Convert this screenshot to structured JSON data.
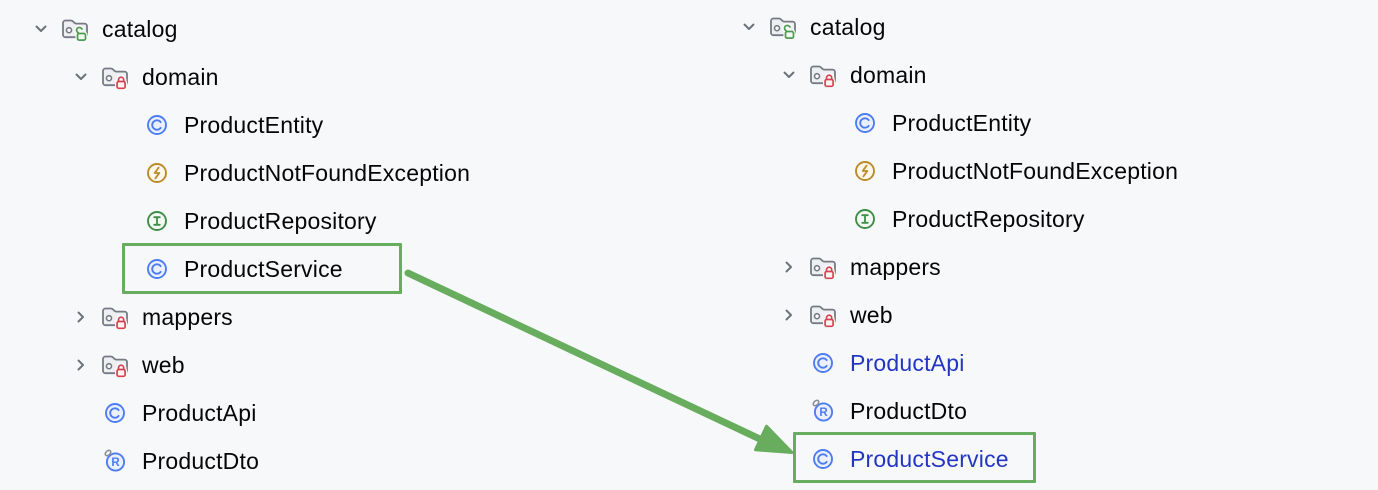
{
  "colors": {
    "background": "#F7F8FA",
    "text": "#060606",
    "moved_file_text": "#2336C3",
    "annotation_green": "#67AD5D",
    "chevron_gray": "#6E727A",
    "folder_gray": "#767A83",
    "folder_fill": "#EEEFF2",
    "lock_red": "#D8414F",
    "lock_green": "#4E9B4F",
    "class_blue": "#4E7CF2",
    "class_fill": "#EAF0FC",
    "exception_amber": "#BA8B2B",
    "exception_fill": "#FCF7E9",
    "interface_green": "#3E8E47",
    "interface_fill": "#F2F8F2",
    "record_ring_gray": "#8A8F99"
  },
  "trees": {
    "before": {
      "rows": [
        {
          "label": "catalog",
          "icon": "package-folder-unlocked",
          "chevron": "down",
          "level": 0,
          "text": "black",
          "highlighted": false
        },
        {
          "label": "domain",
          "icon": "package-folder-locked",
          "chevron": "down",
          "level": 1,
          "text": "black",
          "highlighted": false
        },
        {
          "label": "ProductEntity",
          "icon": "class",
          "chevron": "none",
          "level": 2,
          "text": "black",
          "highlighted": false
        },
        {
          "label": "ProductNotFoundException",
          "icon": "exception",
          "chevron": "none",
          "level": 2,
          "text": "black",
          "highlighted": false
        },
        {
          "label": "ProductRepository",
          "icon": "interface",
          "chevron": "none",
          "level": 2,
          "text": "black",
          "highlighted": false
        },
        {
          "label": "ProductService",
          "icon": "class",
          "chevron": "none",
          "level": 2,
          "text": "black",
          "highlighted": true
        },
        {
          "label": "mappers",
          "icon": "package-folder-locked",
          "chevron": "right",
          "level": 1,
          "text": "black",
          "highlighted": false
        },
        {
          "label": "web",
          "icon": "package-folder-locked",
          "chevron": "right",
          "level": 1,
          "text": "black",
          "highlighted": false
        },
        {
          "label": "ProductApi",
          "icon": "class",
          "chevron": "none",
          "level": 1,
          "text": "black",
          "highlighted": false
        },
        {
          "label": "ProductDto",
          "icon": "record",
          "chevron": "none",
          "level": 1,
          "text": "black",
          "highlighted": false
        }
      ]
    },
    "after": {
      "rows": [
        {
          "label": "catalog",
          "icon": "package-folder-unlocked",
          "chevron": "down",
          "level": 0,
          "text": "black",
          "highlighted": false
        },
        {
          "label": "domain",
          "icon": "package-folder-locked",
          "chevron": "down",
          "level": 1,
          "text": "black",
          "highlighted": false
        },
        {
          "label": "ProductEntity",
          "icon": "class",
          "chevron": "none",
          "level": 2,
          "text": "black",
          "highlighted": false
        },
        {
          "label": "ProductNotFoundException",
          "icon": "exception",
          "chevron": "none",
          "level": 2,
          "text": "black",
          "highlighted": false
        },
        {
          "label": "ProductRepository",
          "icon": "interface",
          "chevron": "none",
          "level": 2,
          "text": "black",
          "highlighted": false
        },
        {
          "label": "mappers",
          "icon": "package-folder-locked",
          "chevron": "right",
          "level": 1,
          "text": "black",
          "highlighted": false
        },
        {
          "label": "web",
          "icon": "package-folder-locked",
          "chevron": "right",
          "level": 1,
          "text": "black",
          "highlighted": false
        },
        {
          "label": "ProductApi",
          "icon": "class",
          "chevron": "none",
          "level": 1,
          "text": "blue",
          "highlighted": false
        },
        {
          "label": "ProductDto",
          "icon": "record",
          "chevron": "none",
          "level": 1,
          "text": "black",
          "highlighted": false
        },
        {
          "label": "ProductService",
          "icon": "class",
          "chevron": "none",
          "level": 1,
          "text": "blue",
          "highlighted": true
        }
      ]
    }
  }
}
